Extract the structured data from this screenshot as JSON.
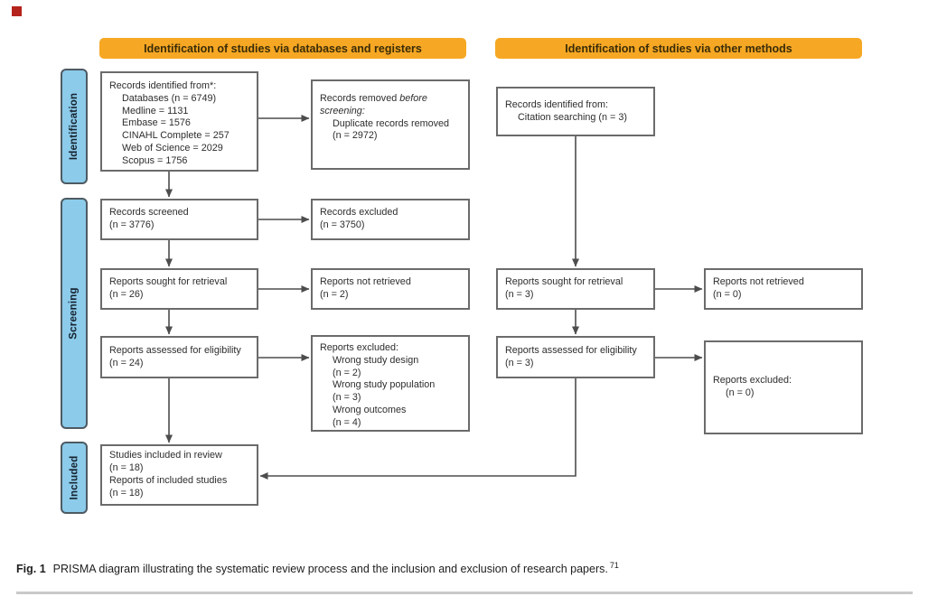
{
  "banners": {
    "databases": "Identification of studies via databases and registers",
    "other_methods": "Identification of studies via other methods"
  },
  "stages": {
    "identification": "Identification",
    "screening": "Screening",
    "included": "Included"
  },
  "boxes": {
    "records_identified_databases": {
      "title": "Records identified from*:",
      "items": [
        "Databases (n = 6749)",
        "Medline = 1131",
        "Embase = 1576",
        "CINAHL Complete = 257",
        "Web of Science = 2029",
        "Scopus = 1756"
      ]
    },
    "records_removed": {
      "title_plain": "Records removed ",
      "title_italic": "before screening:",
      "items": [
        "Duplicate records removed",
        "(n = 2972)"
      ]
    },
    "records_identified_other": {
      "title": "Records identified from:",
      "items": [
        "Citation searching (n = 3)"
      ]
    },
    "records_screened": {
      "line1": "Records screened",
      "line2": "(n = 3776)"
    },
    "records_excluded": {
      "line1": "Records excluded",
      "line2": "(n = 3750)"
    },
    "reports_sought_databases": {
      "line1": "Reports sought for retrieval",
      "line2": "(n = 26)"
    },
    "reports_not_retrieved_databases": {
      "line1": "Reports not retrieved",
      "line2": "(n = 2)"
    },
    "reports_sought_other": {
      "line1": "Reports sought for retrieval",
      "line2": "(n = 3)"
    },
    "reports_not_retrieved_other": {
      "line1": "Reports not retrieved",
      "line2": "(n = 0)"
    },
    "reports_assessed_databases": {
      "line1": "Reports assessed for eligibility",
      "line2": "(n = 24)"
    },
    "reports_excluded_databases": {
      "title": "Reports excluded:",
      "items": [
        "Wrong study design",
        "(n = 2)",
        "Wrong study population",
        "(n = 3)",
        "Wrong outcomes",
        "(n = 4)"
      ]
    },
    "reports_assessed_other": {
      "line1": "Reports assessed for eligibility",
      "line2": "(n = 3)"
    },
    "reports_excluded_other": {
      "title": "Reports excluded:",
      "items": [
        "(n = 0)"
      ]
    },
    "studies_included": {
      "lines": [
        "Studies included in review",
        "(n = 18)",
        "Reports of included studies",
        "(n = 18)"
      ]
    }
  },
  "caption": {
    "label": "Fig. 1",
    "text": "PRISMA diagram illustrating the systematic review process and the inclusion and exclusion of research papers.",
    "reference": "71"
  },
  "colors": {
    "banner_bg": "#F6A723",
    "banner_text": "#3A2C08",
    "stage_bg": "#8CCBEA",
    "stage_border": "#4D5A62",
    "box_border": "#6B6B6B",
    "arrow": "#4D4D4D",
    "text": "#2D2D2D",
    "rule": "#C9C9C9",
    "red_mark": "#B5231D"
  }
}
